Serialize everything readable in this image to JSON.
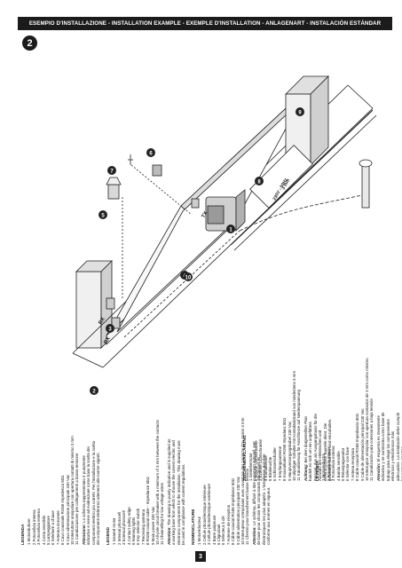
{
  "header": {
    "title": "ESEMPIO D'INSTALLAZIONE - INSTALLATION EXAMPLE - EXEMPLE D'INSTALLATION - ANLAGENART - INSTALACIÓN ESTÁNDAR"
  },
  "figure": {
    "number": "2",
    "callouts": [
      "1",
      "2",
      "3",
      "4",
      "5",
      "6",
      "7",
      "8",
      "9",
      "10"
    ],
    "labels": {
      "rx_top": "RX",
      "rx_bottom": "RX",
      "tx": "TX",
      "cable_top": "230V - 50Hz",
      "cable_mid": "3 mm"
    }
  },
  "legends": [
    {
      "title": "LEGENDA",
      "items": [
        "1  Motoriduttore",
        "2  Fotocellula interna",
        "3  Fotocellula esterna",
        "4  Costa sensibile",
        "5  Lampeggiatore",
        "6  Selettore a chiave",
        "7  Antenna ricevente",
        "8  Cavo coassiale RG58 Impedenza 50Ω",
        "9  Cavo alimentazione principale 230 Vac",
        "10 Interruttore onnipolare con apertura contatti di minimo 3 mm",
        "11 Canalizzazione per collegamenti a bassa tensione"
      ],
      "note_label": "Attenzione:",
      "note": "Lo schema rappresentato è puramente indicativo e serve ad evidenziare come base la scelta dei componenti elettrici più corretti. Per l'installazione e la scelta dei componenti elettronici attenersi alle norme vigenti."
    },
    {
      "title": "LEGEND",
      "items": [
        "1  Geared motor",
        "2  Internal photocell",
        "3  External photocell",
        "4  Contact safety edge",
        "5  Warning lights",
        "6  Key selector switch",
        "7  Receiving antenna",
        "8  RG58 coaxial cable - Impedance 50Ω",
        "9  Main power 230 Vac",
        "10 All-pole circuit breaker with a minimum of 3 mm between the contacts",
        "11 Channelling for low voltage wires"
      ],
      "note_label": "Attention:",
      "note": "The drawing is purely indicative and is supplied as a working base from which to choose the correct electric and electronic components for the installation. This drawing must be used in compliance with current regulations."
    },
    {
      "title": "NOMENCLATURE",
      "items": [
        "1  Motoréducteur",
        "2  Cellule photoélectrique intérieure",
        "3  Cellule photoélectrique extérieure",
        "4  Barre palpeuse",
        "5  Clignotant",
        "6  Sélecteur à clé",
        "7  Antenne de réception",
        "8  Câble coaxial RG58 Impédance 50Ω",
        "9  Câble alimentation principale 230 Vac",
        "10 Interrupteur omnipolaire avec ouverture des contacts d'au moins 3 mm",
        "11 Chemin pour branchement basse tension"
      ],
      "note_label": "Attention:",
      "note": "Le schéma, diffusé à titre purement indicatif, sert de base pour choisir les composants électriques et électroniques les plus adaptés. L'installation doit être conforme aux normes en vigueur."
    },
    {
      "title": "ZEICHENERKLÄRUNG",
      "items": [
        "1  Getriebemotor",
        "2  Interne Lichtschranke",
        "3  Externe Lichtschranke",
        "4  Kontaktleiste",
        "5  Blinkleuchte",
        "6  Schlüsselschalter",
        "7  Empfangsantenne",
        "8  Koaxialkabel RG58 Impedanz 50Ω",
        "9  Hauptversorgungskabel 230 Vac",
        "10 allpoliger Schalter mit Kontaktabstand von mindestens 3 mm",
        "11 Kanalisierung für Anschlüsse auf Niederspannung"
      ],
      "note_label": "Achtung:",
      "note": "Bei dem dargestellten Plan handelt es sich um ein ungefähres Beispiel, das als Ausgangsbasis für die Auswahl der elektrischen und elektronischen Bauteile dient. Die geltenden Normen sind einzuhalten."
    },
    {
      "title": "LEYENDA",
      "items": [
        "1  Motorreductor",
        "2  Fotocélula interior",
        "3  Fotocélula exterior",
        "4  Banda sensible",
        "5  Relampagueador",
        "6  Selector con llave",
        "7  Antena receptora",
        "8  Cable coaxial RG58 Impedancia 50Ω",
        "9  Cable de alimentación principal 230 Vac",
        "10 Interruptor omnipolar con apertura contactos de 3 mm como mínimo",
        "11 Canalización para conexiones a baja tensión"
      ],
      "note_label": "Atención:",
      "note": "El esquema es meramente indicativo y se suministra como base de trabajo para elegir los componentes eléctricos y electrónicos más adecuados. La instalación debe cumplir las normas vigentes."
    }
  ],
  "footer": {
    "page_number": "3"
  }
}
